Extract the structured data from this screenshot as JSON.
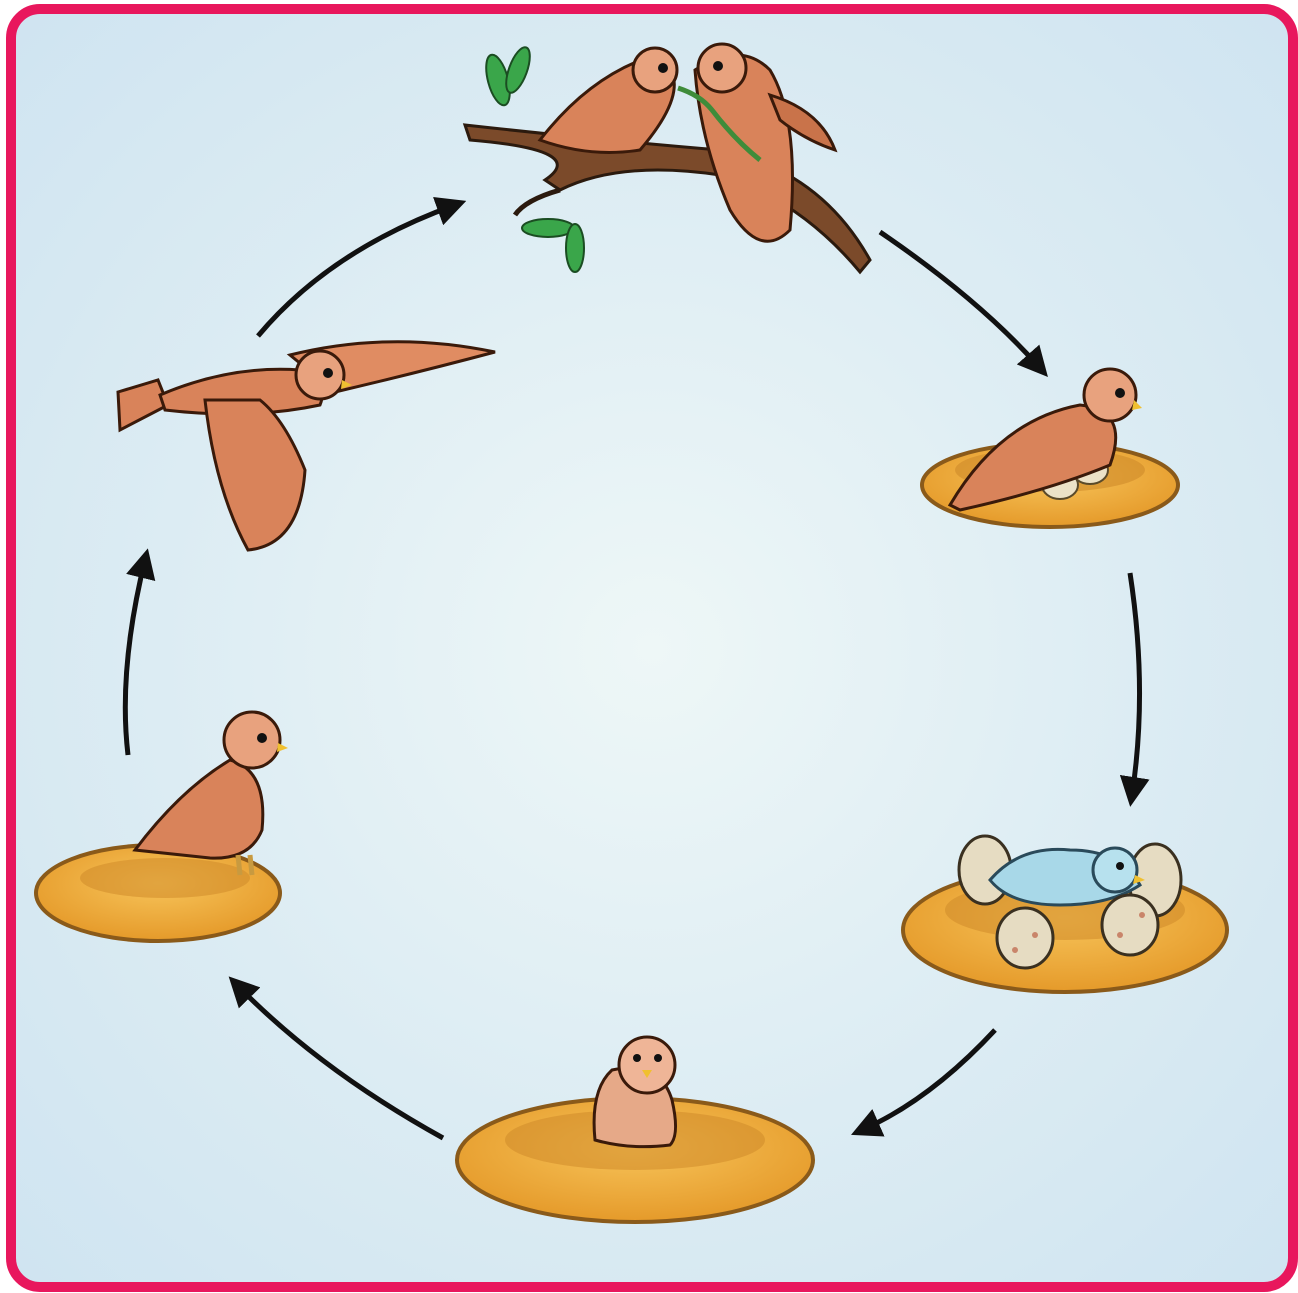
{
  "diagram": {
    "type": "cycle",
    "border_color": "#e8175d",
    "stages": [
      {
        "name": "adult-pair-on-branch-feeding"
      },
      {
        "name": "adult-sitting-on-eggs-in-nest"
      },
      {
        "name": "chick-hatching-from-eggs"
      },
      {
        "name": "nestling-in-nest"
      },
      {
        "name": "fledgling-standing-on-nest"
      },
      {
        "name": "adult-flying"
      }
    ],
    "arrow_color": "#111111"
  }
}
